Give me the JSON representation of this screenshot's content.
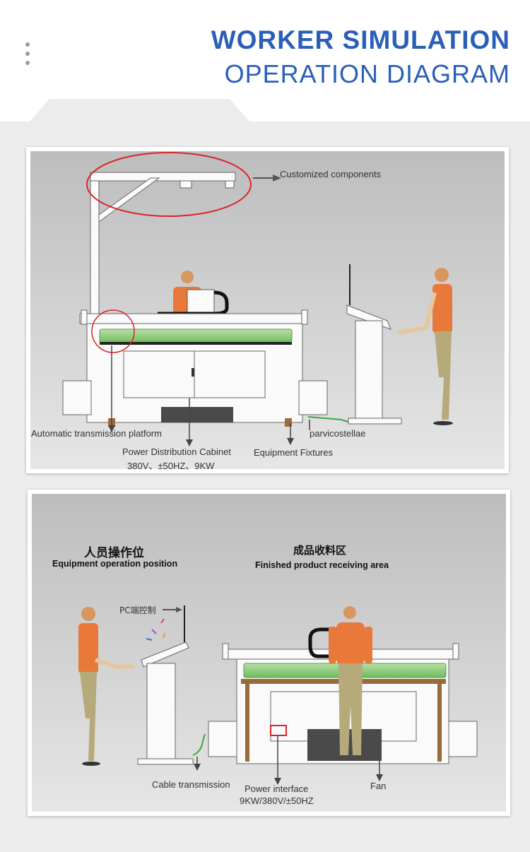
{
  "header": {
    "title_line1": "WORKER SIMULATION",
    "title_line2": "OPERATION DIAGRAM"
  },
  "diagram1": {
    "customized_components": "Customized components",
    "automatic_transmission_platform": "Automatic transmission platform",
    "power_distribution_cabinet": "Power Distribution Cabinet",
    "power_spec": "380V、±50HZ、9KW",
    "parvicostellae": "parvicostellae",
    "equipment_fixtures": "Equipment Fixtures"
  },
  "diagram2": {
    "operation_position_zh": "人员操作位",
    "operation_position_en": "Equipment operation position",
    "receiving_area_zh": "成品收料区",
    "receiving_area_en": "Finished product receiving area",
    "pc_control": "PC端控制",
    "cable_transmission": "Cable transmission",
    "power_interface": "Power interface",
    "power_interface_spec": "9KW/380V/±50HZ",
    "fan": "Fan"
  },
  "colors": {
    "title_blue": "#2a5fb8",
    "highlight_red": "#d9252a",
    "conveyor_green": "#8fcf7a",
    "worker_orange": "#e8793a",
    "worker_khaki": "#b7aa7a"
  }
}
